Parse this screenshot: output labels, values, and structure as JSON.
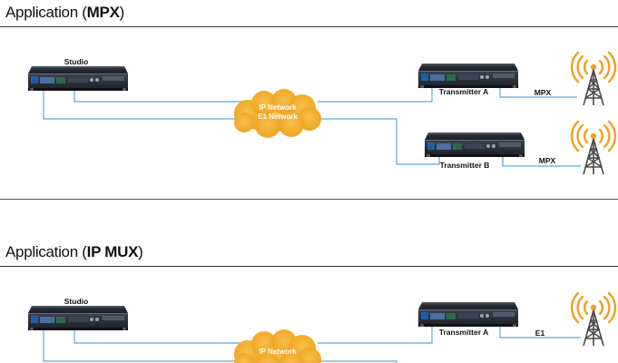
{
  "sections": [
    {
      "prefix": "Application ",
      "open": "(",
      "mode": "MPX",
      "close": ")",
      "studio_label": "Studio",
      "network_lines": [
        "IP Network",
        "E1 Network"
      ],
      "transmitter_a_label": "Transmitter A",
      "transmitter_b_label": "Transmitter B",
      "link_a_label": "MPX",
      "link_b_label": "MPX"
    },
    {
      "prefix": "Application ",
      "open": "(",
      "mode": "IP MUX",
      "close": ")",
      "studio_label": "Studio",
      "network_lines": [
        "IP Network"
      ],
      "transmitter_a_label": "Transmitter A",
      "link_a_label": "E1"
    }
  ],
  "colors": {
    "link_line": "#5aa9d6",
    "cloud": "#f4b030",
    "antenna_wave": "#f0a020",
    "device_body": "#2b2f38",
    "device_panel": "#3f4f6e"
  }
}
